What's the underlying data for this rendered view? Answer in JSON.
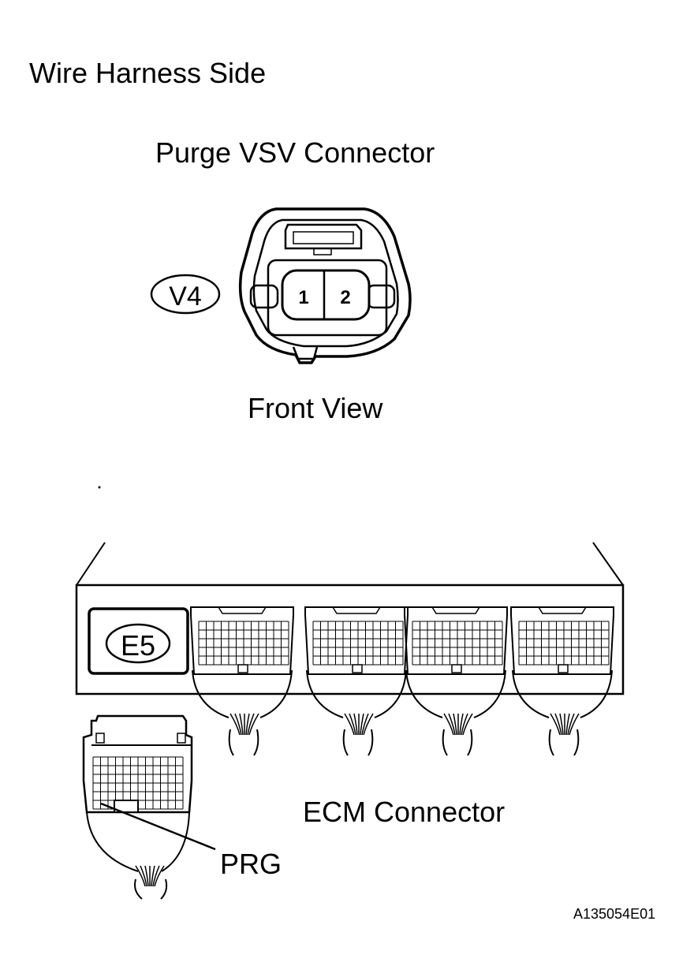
{
  "header": {
    "title": "Wire Harness Side"
  },
  "vsv_connector": {
    "title": "Purge VSV Connector",
    "code": "V4",
    "pins": [
      "1",
      "2"
    ],
    "view_label": "Front View"
  },
  "ecm_connector": {
    "title": "ECM Connector",
    "code": "E5",
    "pin_label": "PRG"
  },
  "figure_id": "A135054E01"
}
